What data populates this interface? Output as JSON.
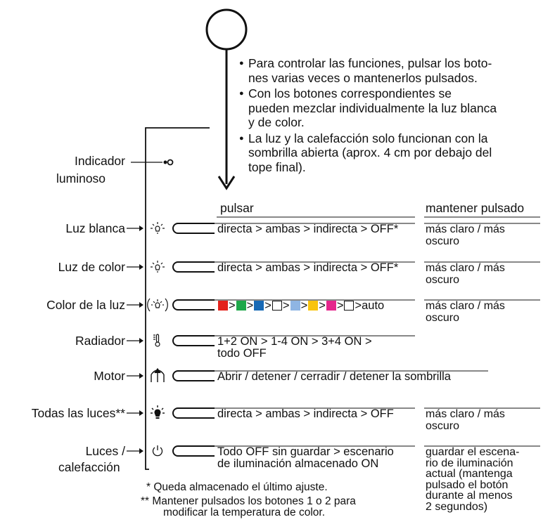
{
  "bullets": [
    "Para controlar las funciones, pulsar los boto-",
    "nes varias veces o mantenerlos pulsados.",
    "Con los botones correspondientes se",
    "pueden mezclar individualmente la luz blanca",
    "y de color.",
    "La luz y la calefacción solo funcionan con la",
    "sombrilla abierta (aprox. 4 cm por debajo del",
    "tope final)."
  ],
  "indicator": {
    "line1": "Indicador",
    "line2": "luminoso"
  },
  "headers": {
    "press": "pulsar",
    "hold": "mantener pulsado"
  },
  "rows": [
    {
      "label": "Luz blanca",
      "icon": "sun-icon",
      "press": "directa > ambas > indirecta > OFF*",
      "hold1": "más claro / más",
      "hold2": "oscuro"
    },
    {
      "label": "Luz de color",
      "icon": "sun-icon",
      "press": "directa > ambas > indirecta > OFF*",
      "hold1": "más claro / más",
      "hold2": "oscuro"
    },
    {
      "label": "Color de la luz",
      "icon": "color-sun-icon",
      "press_end": ">auto",
      "hold1": "más claro / más",
      "hold2": "oscuro"
    },
    {
      "label": "Radiador",
      "icon": "thermometer-icon",
      "press1": "1+2 ON > 1-4 ON > 3+4 ON >",
      "press2": "todo OFF"
    },
    {
      "label": "Motor",
      "icon": "umbrella-icon",
      "press": "Abrir / detener / cerradir / detener la sombrilla"
    },
    {
      "label": "Todas las luces**",
      "icon": "bulb-icon",
      "press": "directa > ambas > indirecta > OFF",
      "hold1": "más claro / más",
      "hold2": "oscuro"
    },
    {
      "label1": "Luces /",
      "label2": "calefacción",
      "icon": "power-icon",
      "press1": "Todo OFF sin guardar > escenario",
      "press2": "de iluminación almacenado ON",
      "hold_lines": [
        "guardar el escena-",
        "rio de iluminación",
        "actual (mantenga",
        "pulsado el botón",
        "durante al menos",
        "2 segundos)"
      ]
    }
  ],
  "color_sequence": [
    "#e3231c",
    "#1fa84a",
    "#1769b5",
    "#ffffff",
    "#8fb5e3",
    "#f9c40e",
    "#e5258c",
    "#ffffff"
  ],
  "footnotes": [
    "* Queda almacenado el último ajuste.",
    "** Mantener pulsados los botones 1 o 2 para",
    "modificar la temperatura de color."
  ]
}
